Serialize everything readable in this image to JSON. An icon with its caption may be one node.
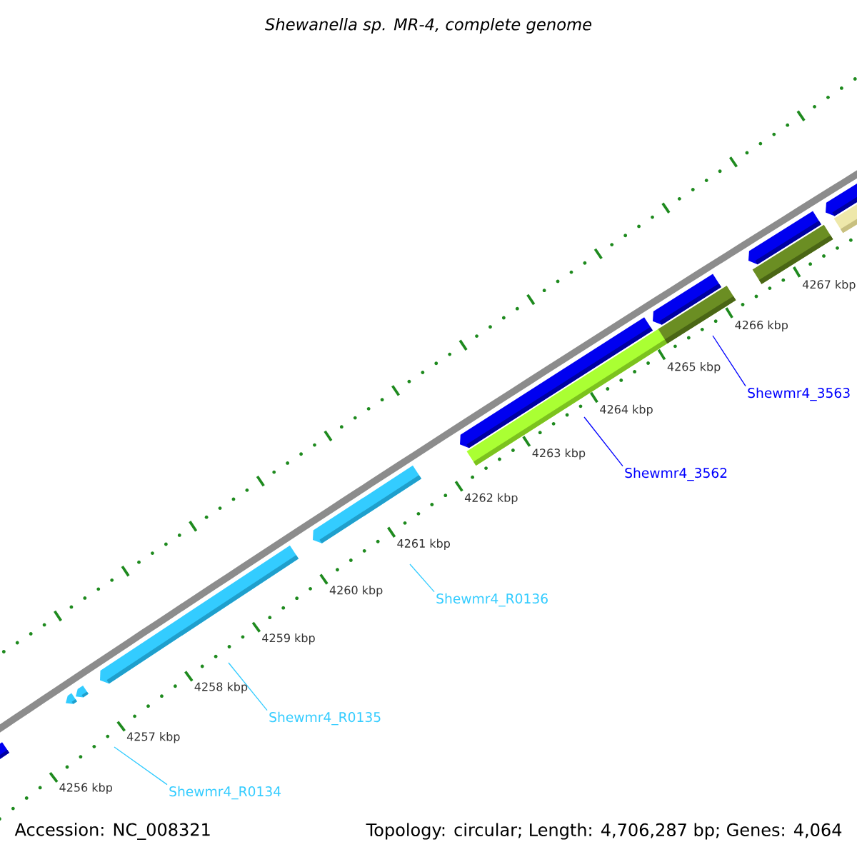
{
  "diagram": {
    "title": "Shewanella sp. MR-4, complete genome",
    "nodes": [
      {
        "text": [
          "Shewmr4_R0134"
        ]
      },
      {
        "text": [
          "Shewmr4_R0135"
        ]
      },
      {
        "text": [
          "Shewmr4_R0136"
        ]
      },
      {
        "text": [
          "Shewmr4_3562"
        ]
      },
      {
        "text": [
          "Shewmr4_3563"
        ]
      }
    ],
    "edges": [
      {
        "from": 0,
        "to": null,
        "arrow": "none"
      },
      {
        "from": 1,
        "to": null,
        "arrow": "none"
      },
      {
        "from": 2,
        "to": null,
        "arrow": "none"
      },
      {
        "from": 3,
        "to": null,
        "arrow": "none",
        "color": "#0000ff"
      },
      {
        "from": 4,
        "to": null,
        "arrow": "none",
        "color": "#0000ff"
      }
    ],
    "labels": [
      "4256 kbp",
      "4257 kbp",
      "4258 kbp",
      "4259 kbp",
      "4260 kbp",
      "4261 kbp",
      "4262 kbp",
      "4263 kbp",
      "4264 kbp",
      "4265 kbp",
      "4266 kbp",
      "4267 kbp",
      "Accession: NC_008321",
      "Topology: circular; Length: 4,706,287 bp; Genes: 4,064"
    ]
  }
}
